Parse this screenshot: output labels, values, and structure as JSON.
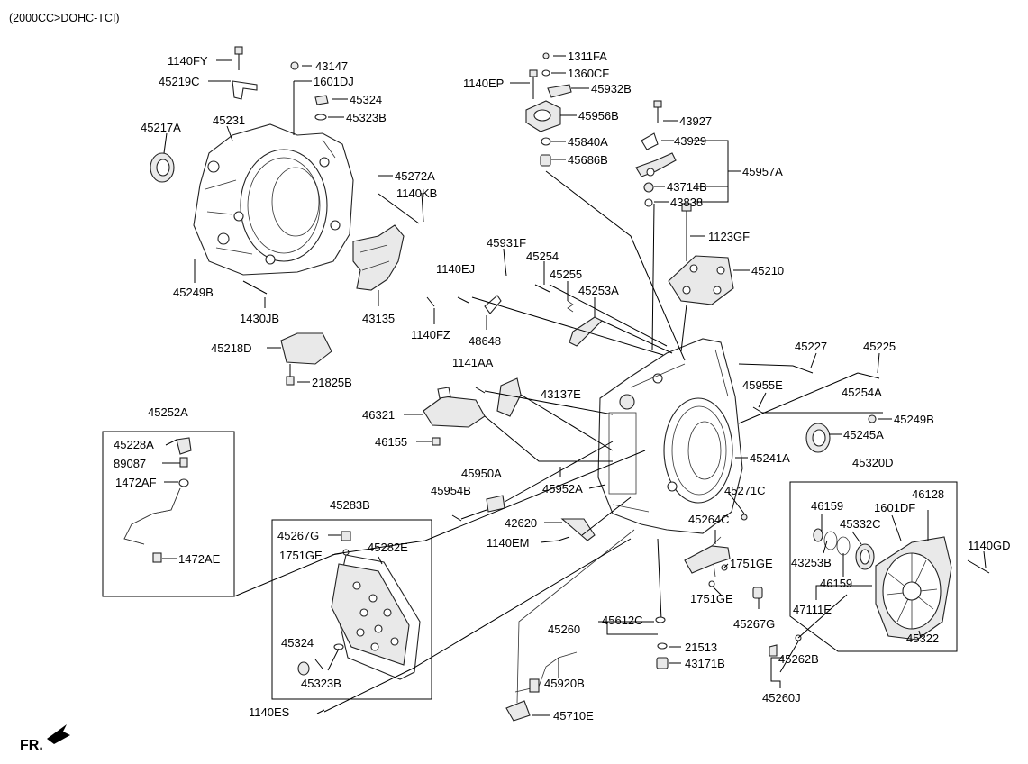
{
  "header": {
    "variant": "(2000CC>DOHC-TCI)"
  },
  "direction_marker": {
    "label": "FR."
  },
  "part_labels": [
    "1140FY",
    "45219C",
    "43147",
    "1601DJ",
    "45324",
    "45323B",
    "45217A",
    "45231",
    "45272A",
    "1140KB",
    "45249B",
    "1430JB",
    "43135",
    "1140FZ",
    "45218D",
    "21825B",
    "1311FA",
    "1360CF",
    "1140EP",
    "45932B",
    "45956B",
    "45840A",
    "45686B",
    "43927",
    "43929",
    "45957A",
    "43714B",
    "43838",
    "1123GF",
    "45210",
    "45931F",
    "45254",
    "45255",
    "45253A",
    "1140EJ",
    "48648",
    "45227",
    "45225",
    "1141AA",
    "43137E",
    "45955E",
    "45254A",
    "46321",
    "46155",
    "45249B",
    "45245A",
    "45241A",
    "45950A",
    "45954B",
    "45952A",
    "45271C",
    "42620",
    "1140EM",
    "45264C",
    "45320D",
    "45252A",
    "45228A",
    "89087",
    "1472AF",
    "1472AE",
    "45283B",
    "45267G",
    "1751GE",
    "45282E",
    "45324",
    "45323B",
    "1140ES",
    "45260",
    "45612C",
    "21513",
    "43171B",
    "45920B",
    "45710E",
    "1751GE",
    "1751GE",
    "45267G",
    "46159",
    "1601DF",
    "46128",
    "45332C",
    "43253B",
    "46159",
    "1140GD",
    "47111E",
    "45322",
    "45262B",
    "45260J"
  ]
}
